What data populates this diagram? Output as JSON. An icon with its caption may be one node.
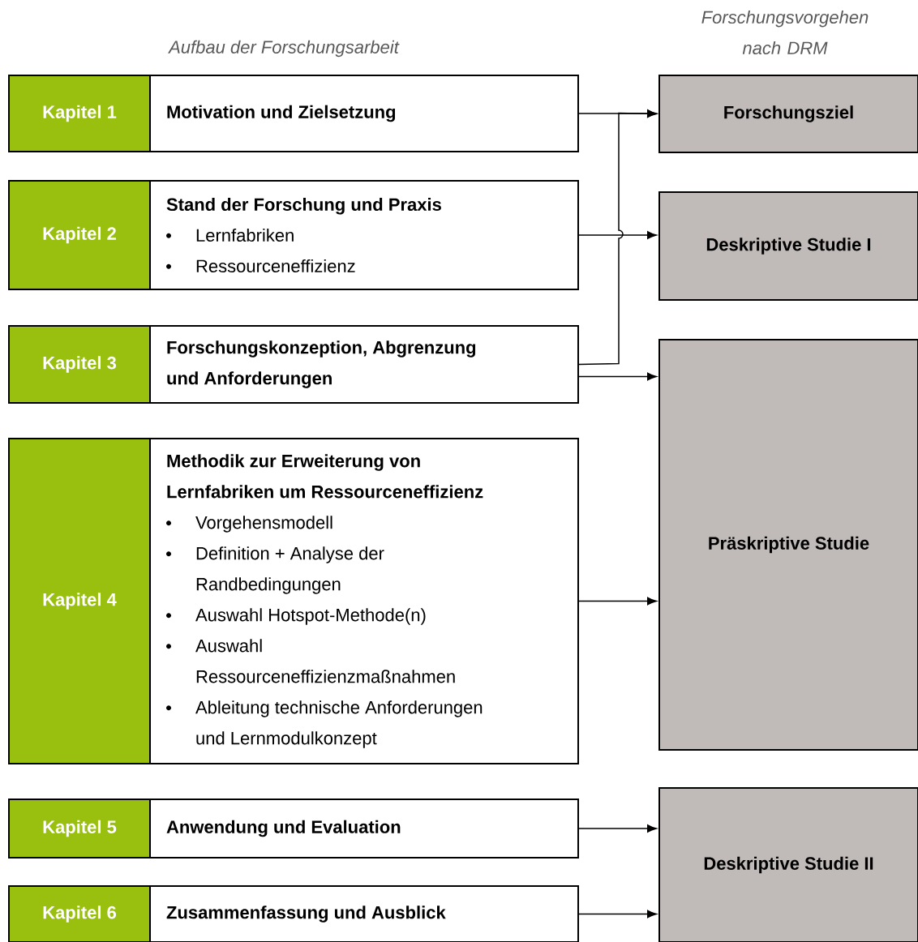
{
  "diagram": {
    "nodes": [
      {
        "text": [
          "Kapitel 1"
        ]
      },
      {
        "text": [
          "Motivation und Zielsetzung"
        ]
      },
      {
        "text": [
          "Forschungsziel"
        ]
      },
      {
        "text": [
          "Kapitel 2"
        ]
      },
      {
        "text": [
          "Stand der Forschung und Praxis",
          "Lernfabriken",
          "Ressourceneffizienz"
        ]
      },
      {
        "text": [
          "Deskriptive Studie I"
        ]
      },
      {
        "text": [
          "Kapitel 3"
        ]
      },
      {
        "text": [
          "Forschungskonzeption, Abgrenzung und Anforderungen"
        ]
      },
      {
        "text": [
          "Präskriptive Studie"
        ]
      },
      {
        "text": [
          "Kapitel 4"
        ]
      },
      {
        "text": [
          "Methodik zur Erweiterung von Lernfabriken um Ressourceneffizienz",
          "Vorgehensmodell",
          "Definition + Analyse der Randbedingungen",
          "Auswahl Hotspot-Methode(n)",
          "Auswahl Ressourceneffizienzmaßnahmen",
          "Ableitung technische Anforderungen und Lernmodulkonzept"
        ]
      },
      {
        "text": [
          "Kapitel 5"
        ]
      },
      {
        "text": [
          "Anwendung und Evaluation"
        ]
      },
      {
        "text": [
          "Deskriptive Studie II"
        ]
      },
      {
        "text": [
          "Kapitel 6"
        ]
      },
      {
        "text": [
          "Zusammenfassung und Ausblick"
        ]
      }
    ],
    "edges": [
      {
        "from": 1,
        "to": 2,
        "arrow": "to"
      },
      {
        "from": 4,
        "to": 5,
        "arrow": "to"
      },
      {
        "from": 7,
        "to": 2,
        "arrow": "to"
      },
      {
        "from": 7,
        "to": 8,
        "arrow": "to"
      },
      {
        "from": 10,
        "to": 8,
        "arrow": "to"
      },
      {
        "from": 12,
        "to": 13,
        "arrow": "to"
      },
      {
        "from": 15,
        "to": 13,
        "arrow": "to"
      }
    ],
    "labels": [
      "Forschungsvorgehen nach DRM",
      "Aufbau der Forschungsarbeit"
    ]
  }
}
